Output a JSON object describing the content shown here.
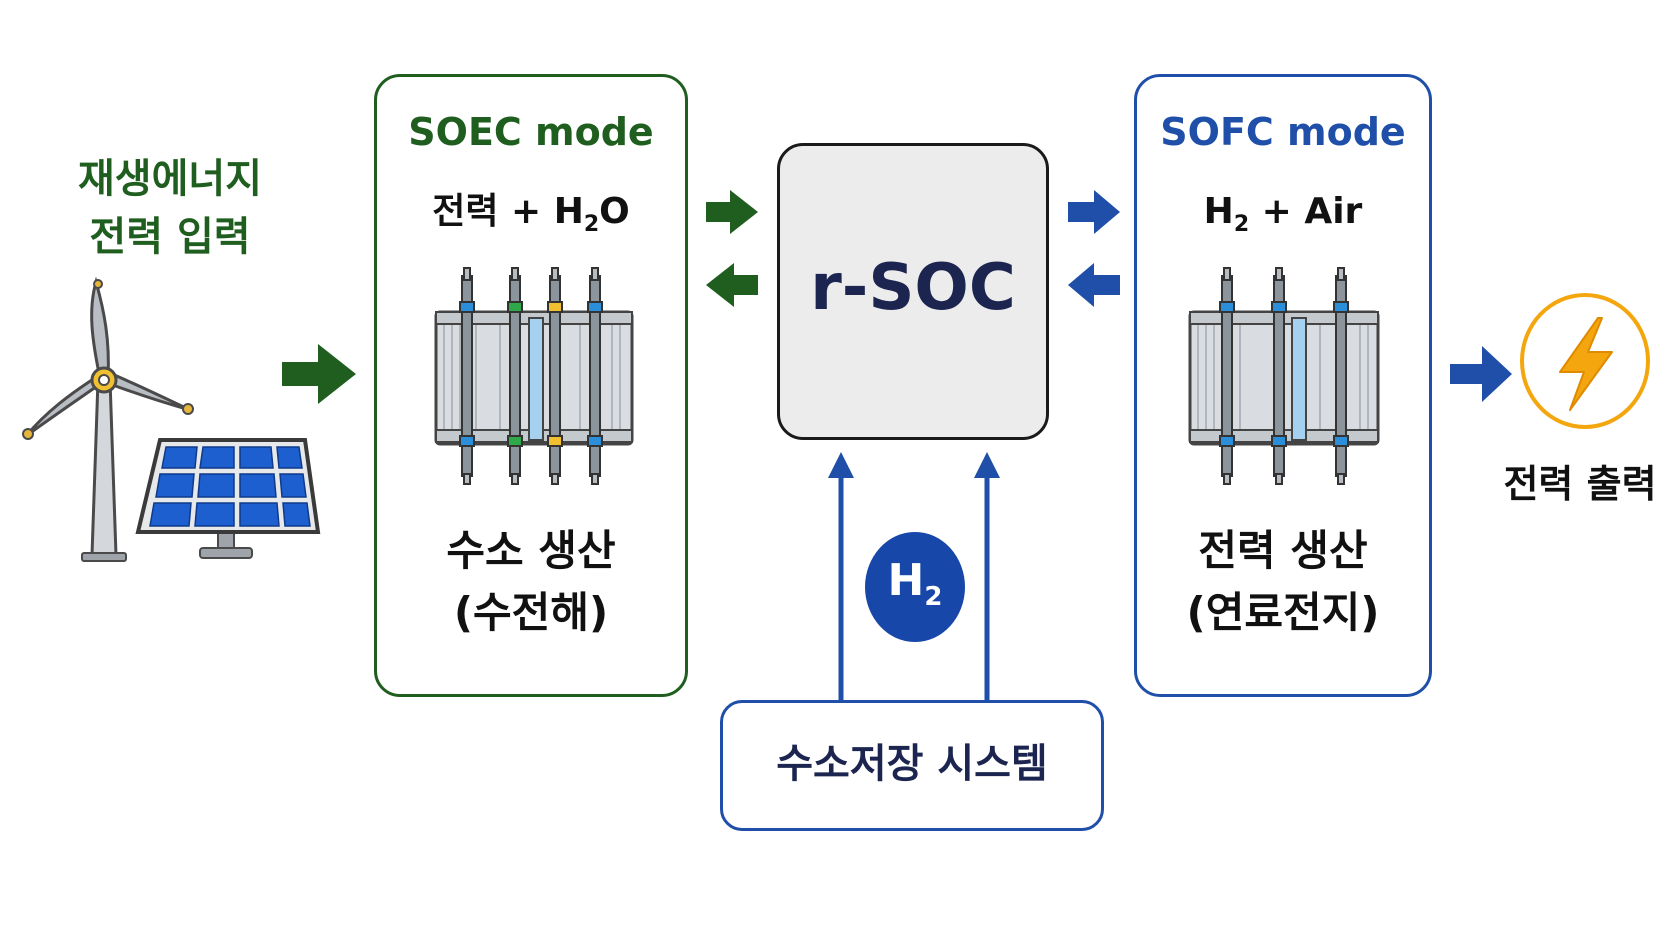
{
  "renewable_input": {
    "line1": "재생에너지",
    "line2": "전력 입력"
  },
  "soec": {
    "title": "SOEC mode",
    "input_prefix": "전력 + H",
    "input_sub": "2",
    "input_suffix": "O",
    "label_line1": "수소 생산",
    "label_line2": "(수전해)"
  },
  "rsoc": {
    "label": "r-SOC"
  },
  "sofc": {
    "title": "SOFC mode",
    "input_prefix": "H",
    "input_sub": "2",
    "input_suffix": " + Air",
    "label_line1": "전력 생산",
    "label_line2": "(연료전지)"
  },
  "hydrogen_badge": {
    "symbol": "H",
    "sub": "2"
  },
  "storage": {
    "label": "수소저장 시스템"
  },
  "power_output": {
    "label": "전력 출력"
  },
  "colors": {
    "green": "#1f5e1f",
    "blue": "#1f4fa8",
    "dark_navy": "#1b2550",
    "orange": "#f4a60e"
  }
}
